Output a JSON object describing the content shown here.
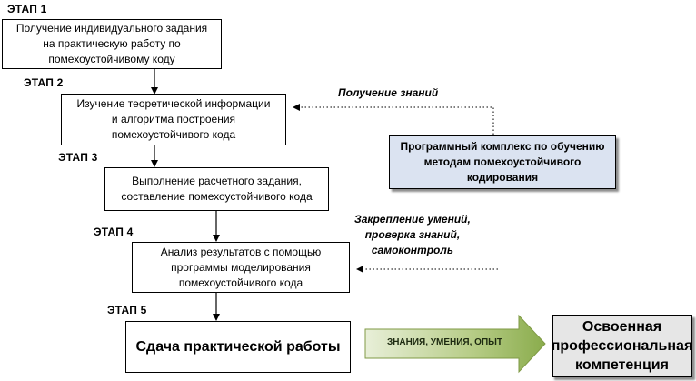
{
  "stages": [
    {
      "label": "ЭТАП 1",
      "lines": [
        "Получение индивидуального задания",
        "на практическую работу по",
        "помехоустойчивому коду"
      ]
    },
    {
      "label": "ЭТАП 2",
      "lines": [
        "Изучение теоретической информации",
        "и алгоритма построения",
        "помехоустойчивого кода"
      ]
    },
    {
      "label": "ЭТАП 3",
      "lines": [
        "Выполнение расчетного задания,",
        "составление помехоустойчивого кода"
      ]
    },
    {
      "label": "ЭТАП 4",
      "lines": [
        "Анализ результатов с помощью",
        "программы моделирования",
        "помехоустойчивого кода"
      ]
    },
    {
      "label": "ЭТАП 5",
      "lines": [
        "Сдача практической работы"
      ]
    }
  ],
  "software_box": {
    "lines": [
      "Программный комплекс по обучению",
      "методам помехоустойчивого",
      "кодирования"
    ],
    "color": "#dbe3f1"
  },
  "note_knowledge": "Получение знаний",
  "note_skills": [
    "Закрепление умений,",
    "проверка знаний,",
    "самоконтроль"
  ],
  "arrow_label": "ЗНАНИЯ, УМЕНИЯ, ОПЫТ",
  "arrow_color": "#9bbb59",
  "result_box": {
    "lines": [
      "Освоенная",
      "профессиональная",
      "компетенция"
    ],
    "color": "#e6e6e6"
  }
}
